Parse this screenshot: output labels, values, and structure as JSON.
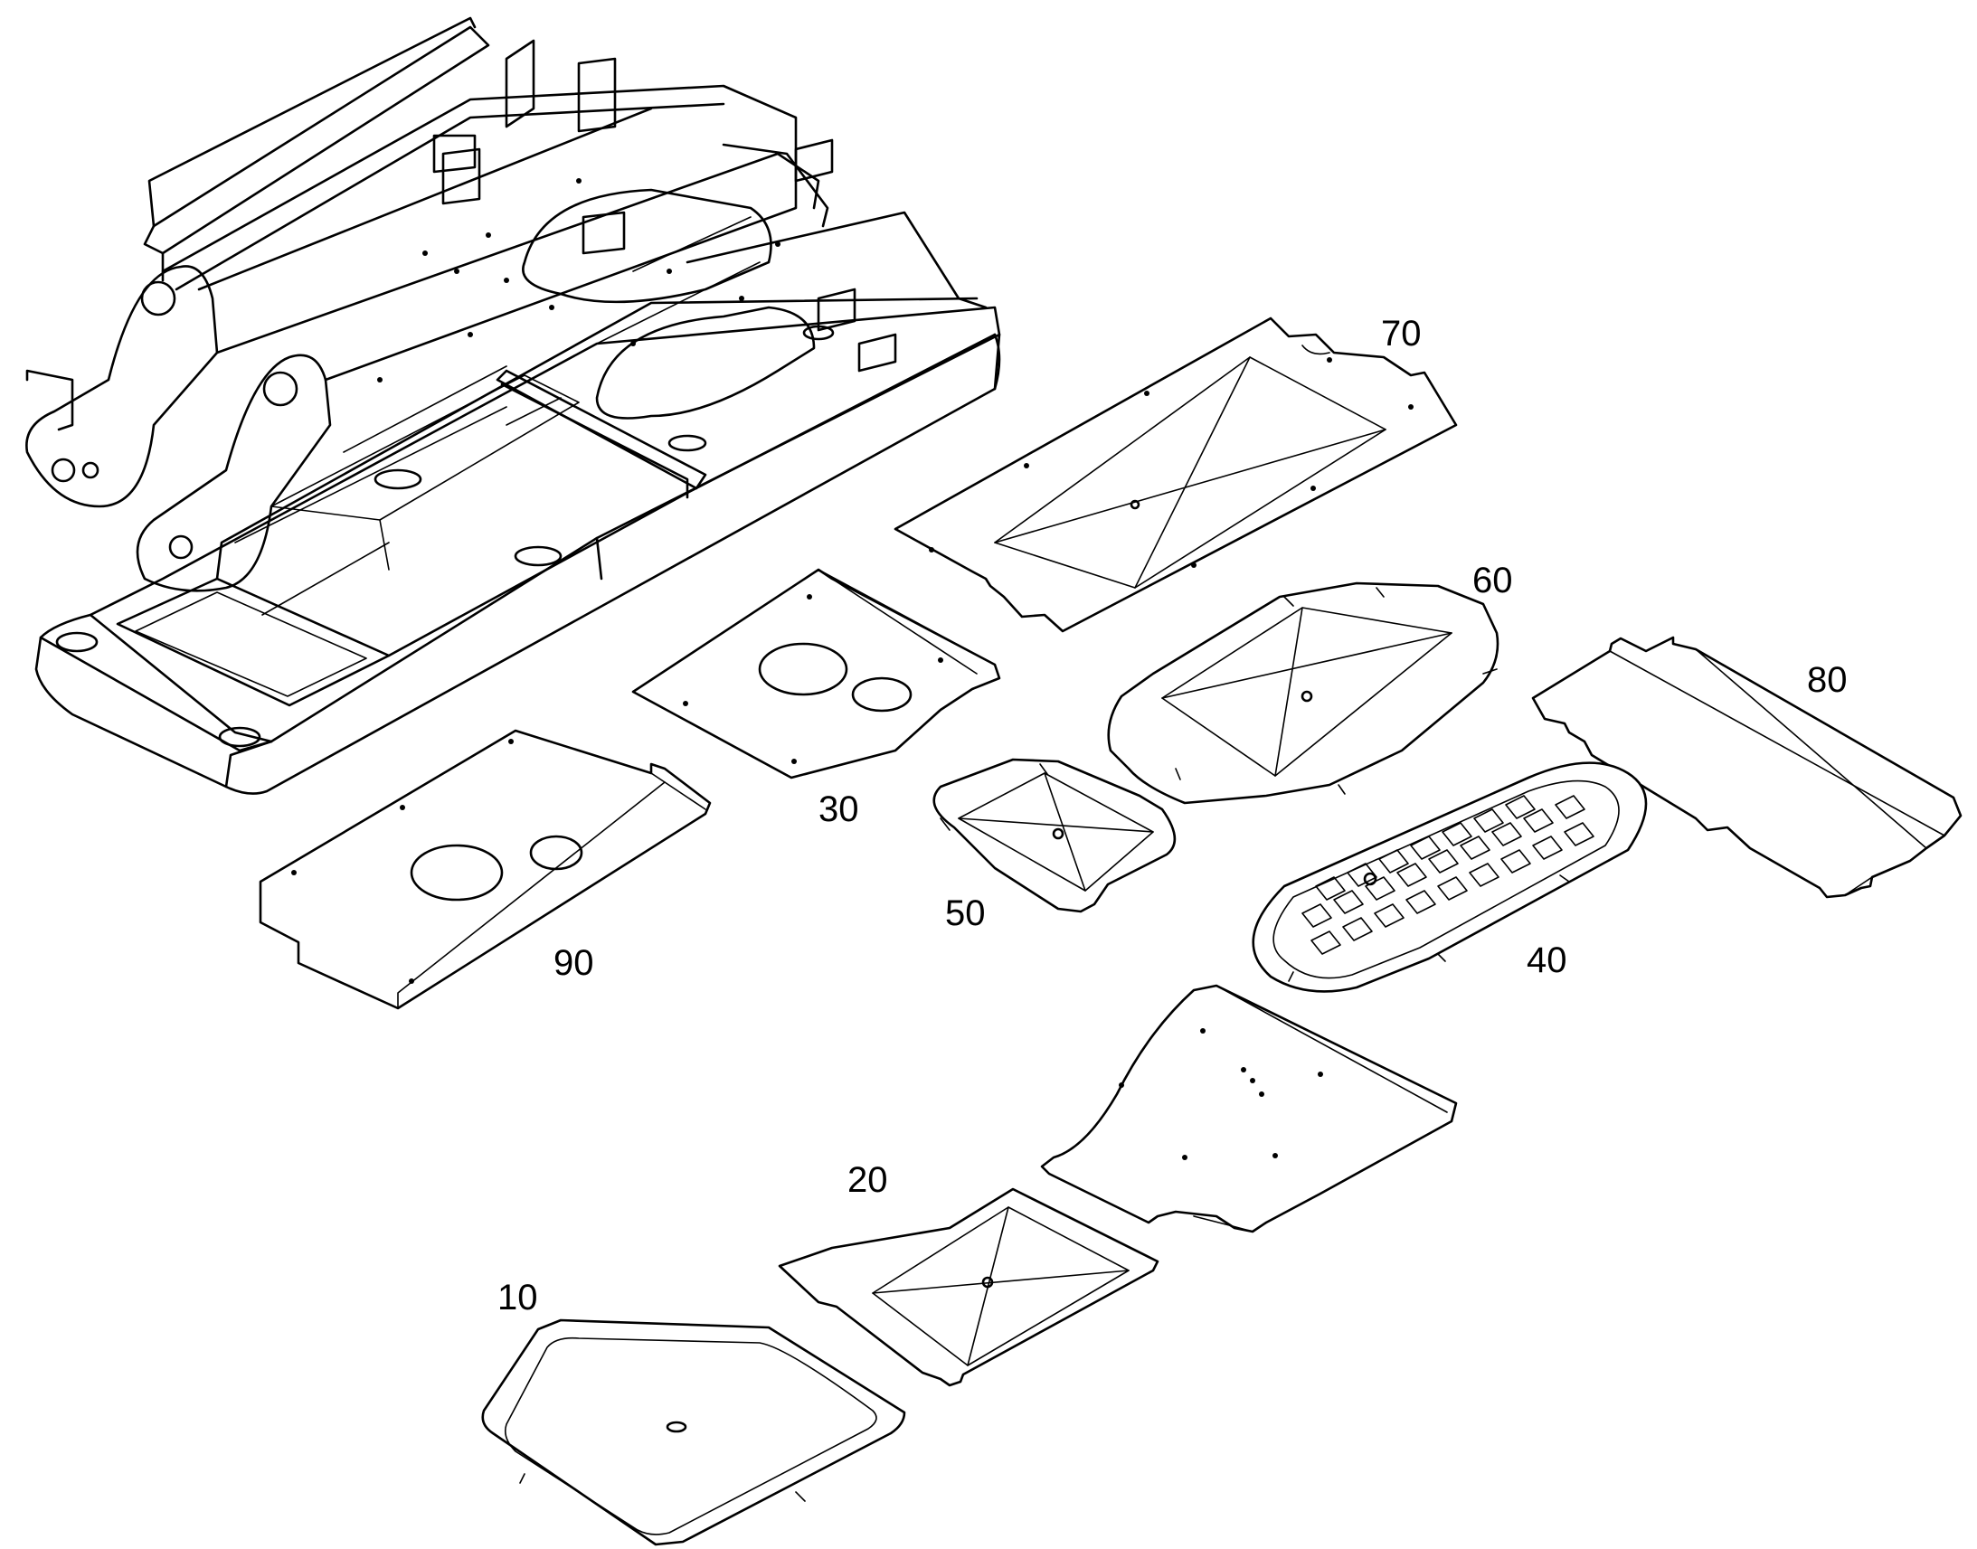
{
  "callouts": {
    "p10": "10",
    "p20": "20",
    "p30": "30",
    "p40": "40",
    "p50": "50",
    "p60": "60",
    "p70": "70",
    "p80": "80",
    "p90": "90"
  },
  "colors": {
    "line": "#000000",
    "background": "#ffffff"
  }
}
